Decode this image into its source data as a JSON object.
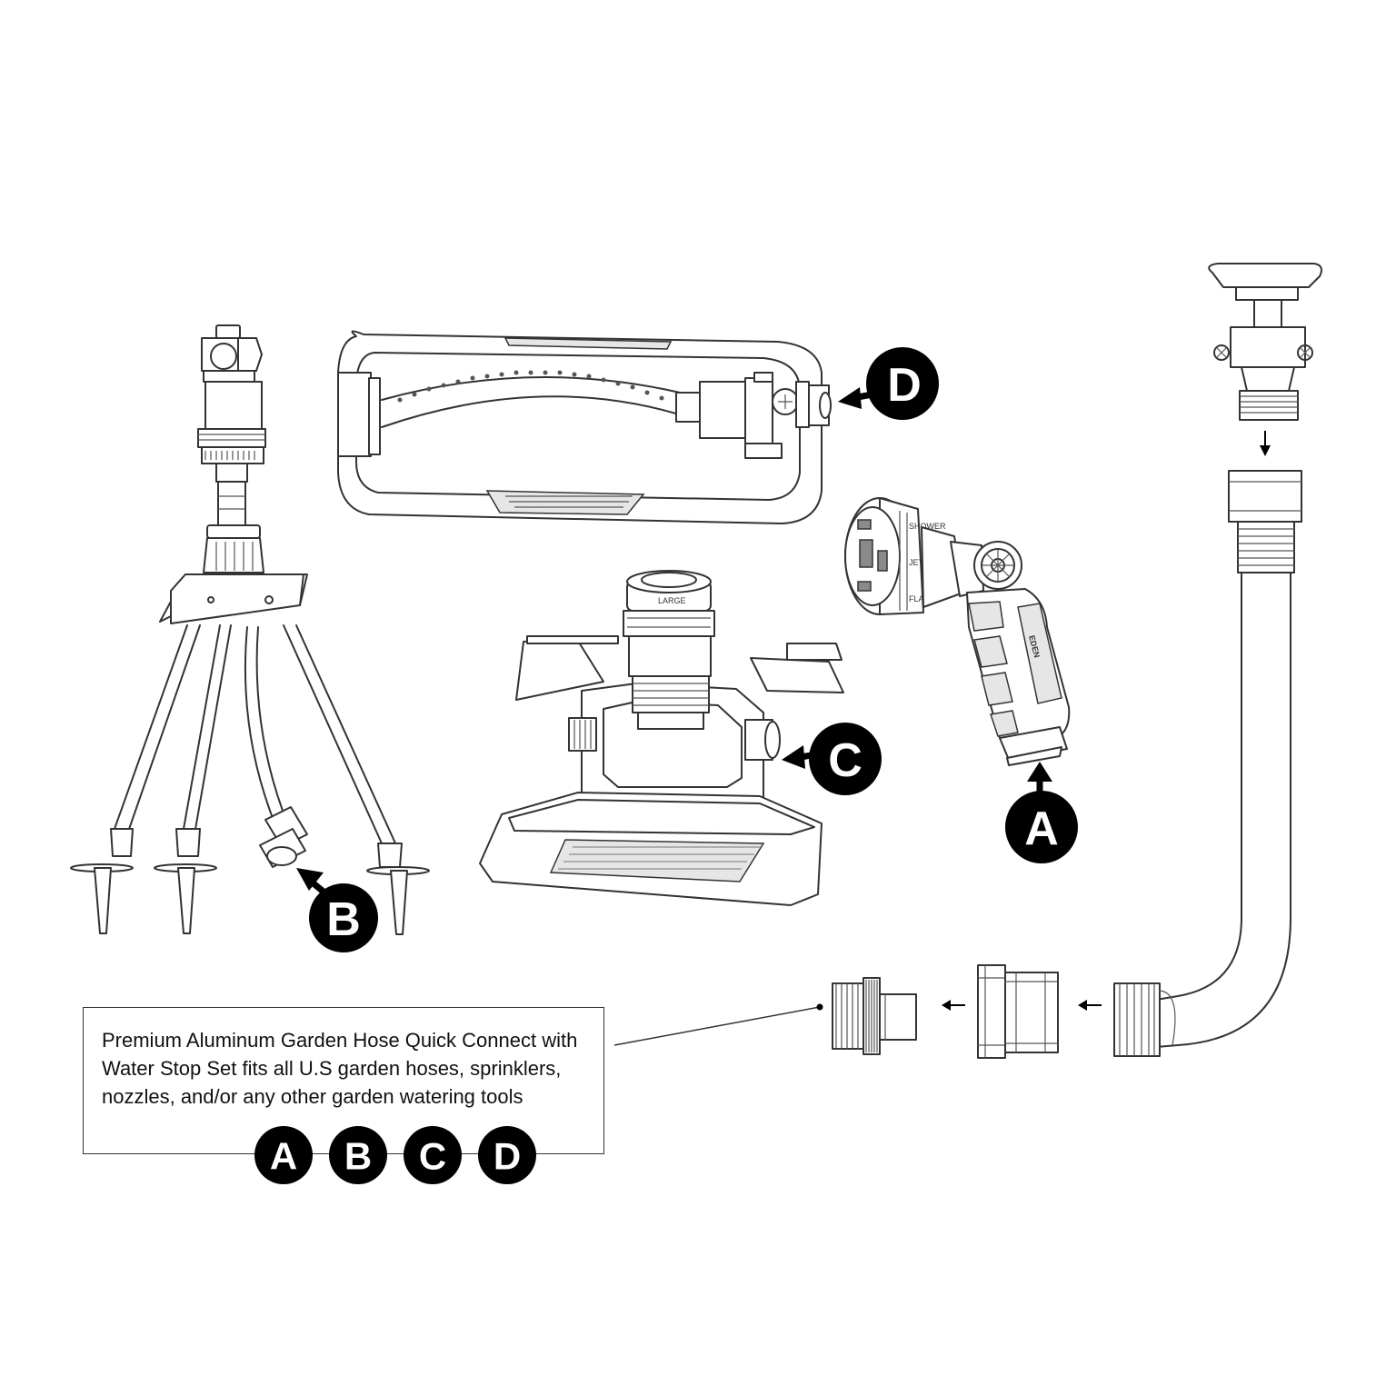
{
  "description": "Premium Aluminum Garden Hose Quick Connect with Water Stop Set fits all U.S garden hoses, sprinklers, nozzles, and/or any other garden watering tools",
  "badges": {
    "a": "A",
    "b": "B",
    "c": "C",
    "d": "D"
  },
  "footer_badges": [
    "A",
    "B",
    "C",
    "D"
  ],
  "nozzle_brand": "EDEN",
  "nozzle_modes": [
    "JET",
    "SHOWER",
    "FLAT"
  ],
  "turret_label": "LARGE",
  "colors": {
    "badge": "#000000",
    "line": "#333333",
    "background": "#ffffff"
  }
}
